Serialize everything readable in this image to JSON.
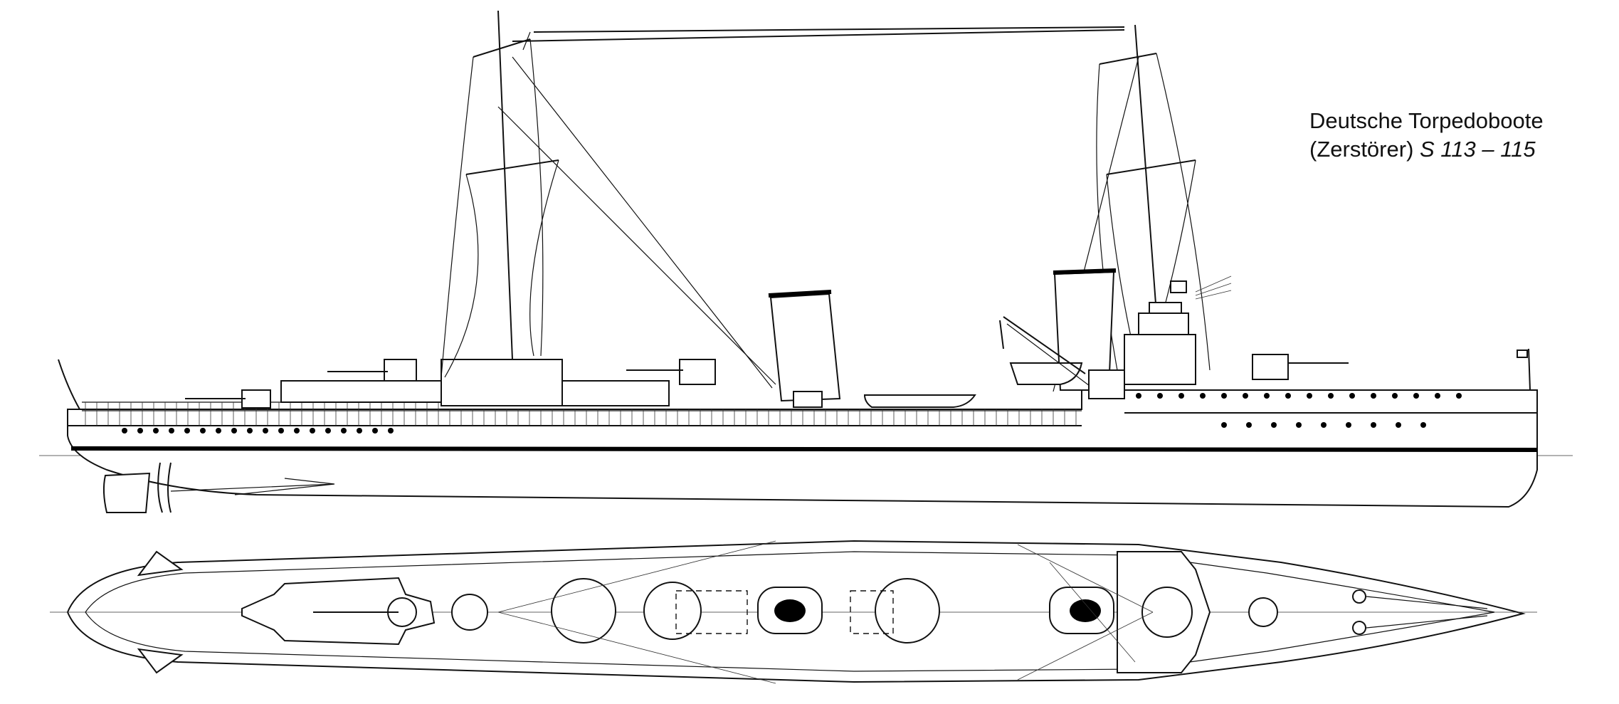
{
  "title": {
    "line1": "Deutsche Torpedoboote",
    "line2_prefix": "(Zerstörer)",
    "line2_designation": "S 113 – 115"
  },
  "views": [
    "side-profile",
    "top-plan"
  ]
}
